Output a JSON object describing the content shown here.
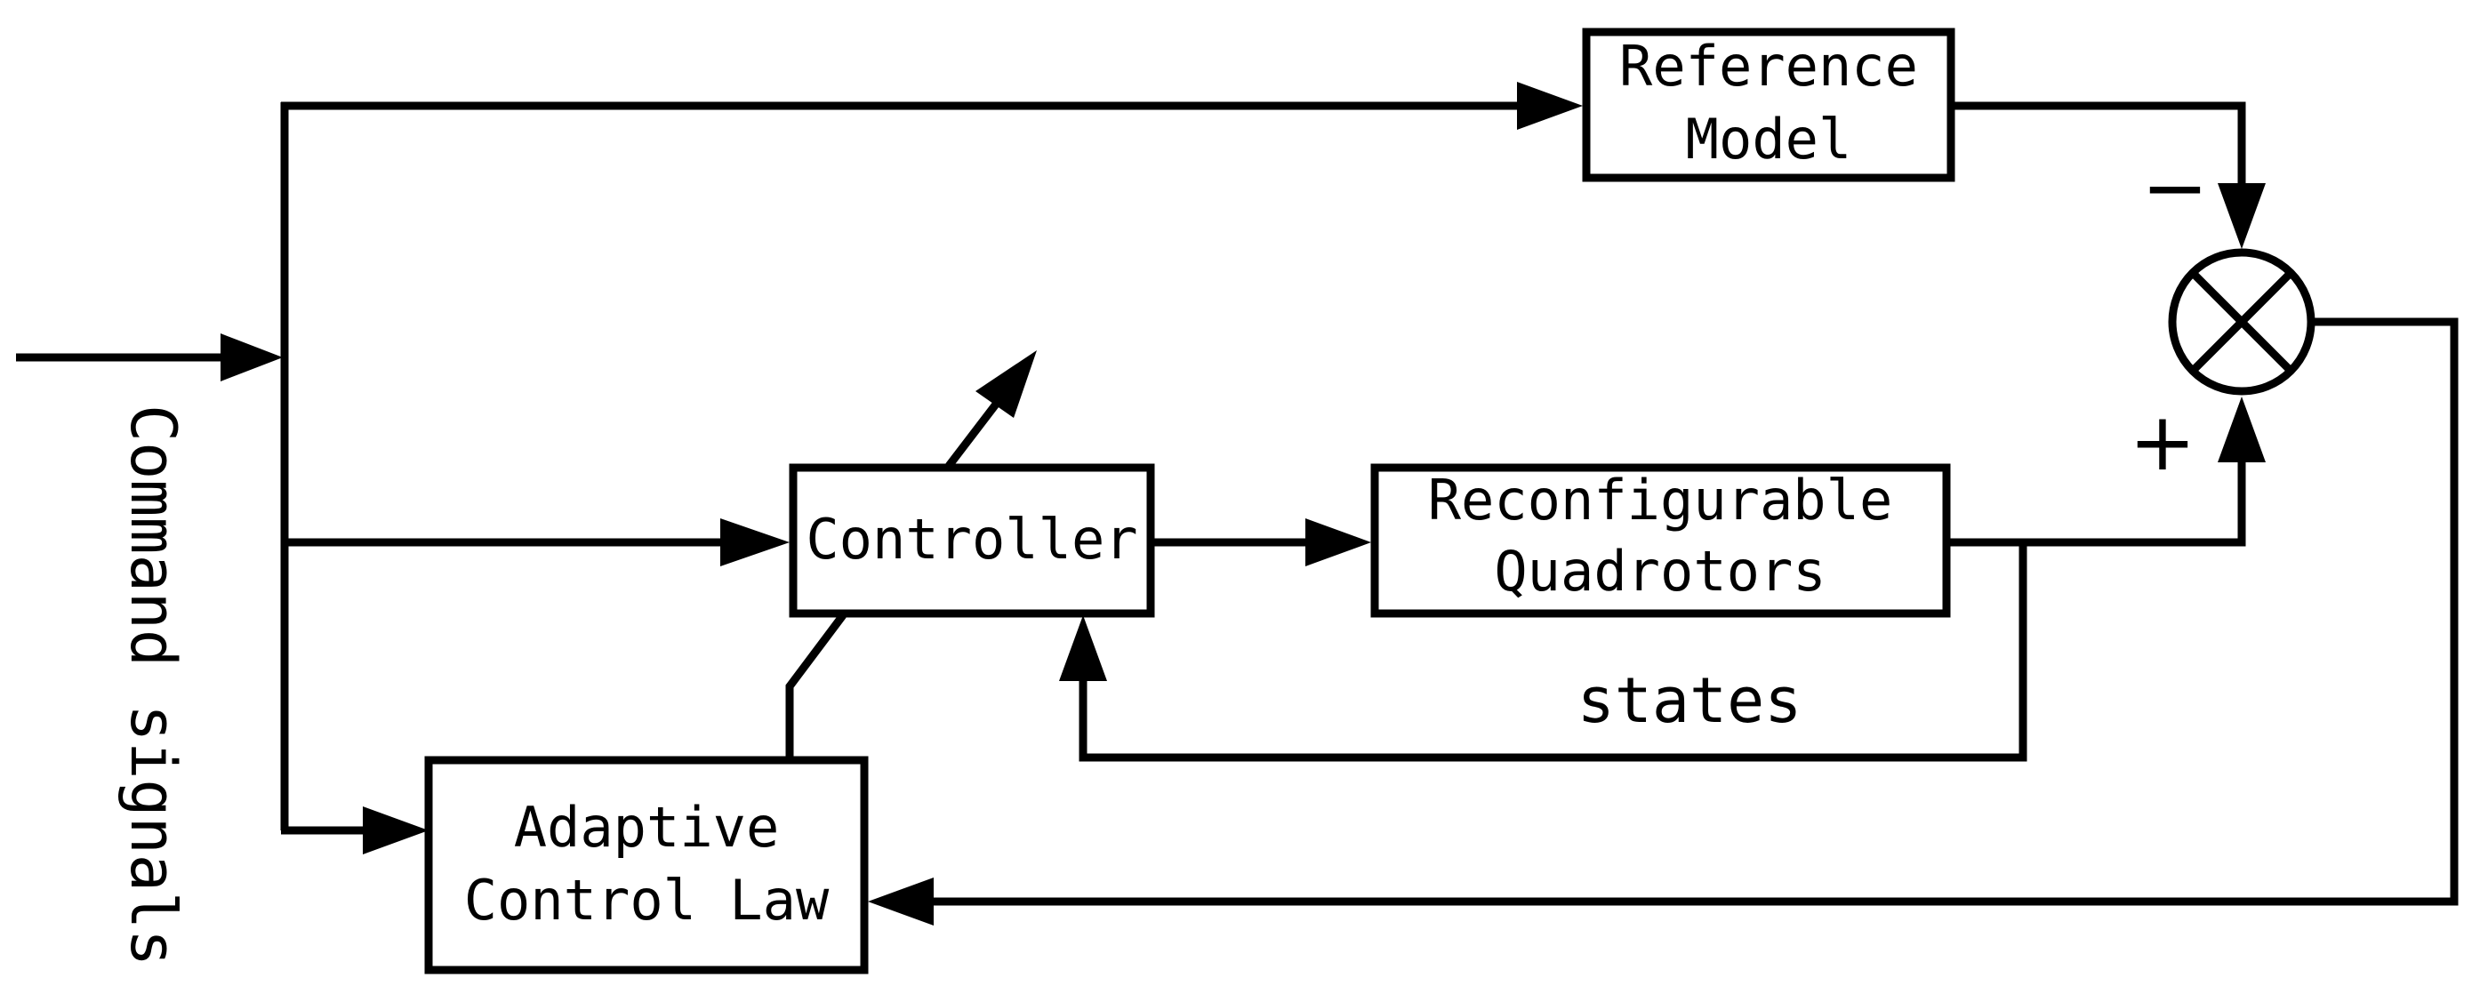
{
  "blocks": {
    "reference_model": {
      "line1": "Reference",
      "line2": "Model"
    },
    "controller": {
      "label": "Controller"
    },
    "reconfigurable_quadrotors": {
      "line1": "Reconfigurable",
      "line2": "Quadrotors"
    },
    "adaptive_control_law": {
      "line1": "Adaptive",
      "line2": "Control Law"
    }
  },
  "labels": {
    "command_signals": "Command signals",
    "states": "states",
    "minus_sign": "−",
    "plus_sign": "+"
  },
  "summing_junction": {
    "symbol": "cross-circle"
  }
}
